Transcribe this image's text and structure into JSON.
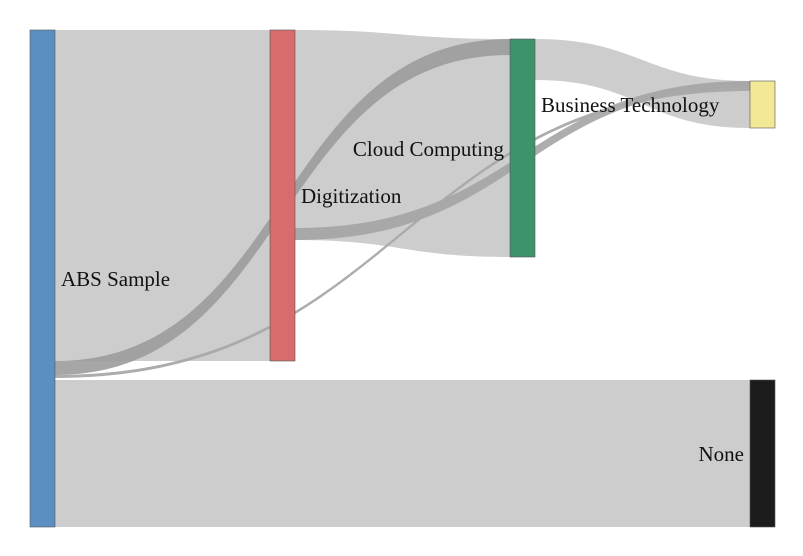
{
  "colors": {
    "abs_sample": "#5b8fc2",
    "digitization": "#d86c6c",
    "cloud_computing": "#3e946a",
    "business_technology": "#f2e896",
    "none": "#1c1c1c",
    "link": "#bdbdbd"
  },
  "nodes": {
    "abs_sample": {
      "label": "ABS Sample"
    },
    "digitization": {
      "label": "Digitization"
    },
    "cloud_computing": {
      "label": "Cloud Computing"
    },
    "business_technology": {
      "label": "Business Technology"
    },
    "none": {
      "label": "None"
    }
  }
}
